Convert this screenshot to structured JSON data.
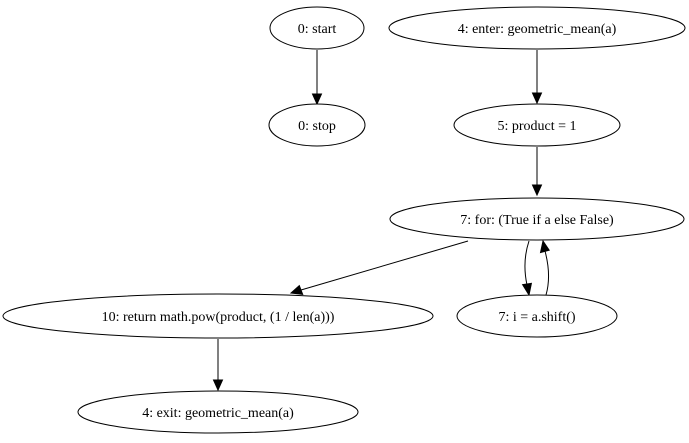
{
  "diagram": {
    "nodes": [
      {
        "id": "start",
        "label": "0: start"
      },
      {
        "id": "stop",
        "label": "0: stop"
      },
      {
        "id": "enter",
        "label": "4: enter: geometric_mean(a)"
      },
      {
        "id": "product",
        "label": "5: product = 1"
      },
      {
        "id": "for",
        "label": "7: for: (True if a else False)"
      },
      {
        "id": "shift",
        "label": "7: i = a.shift()"
      },
      {
        "id": "return",
        "label": "10: return math.pow(product, (1 / len(a)))"
      },
      {
        "id": "exit",
        "label": "4: exit: geometric_mean(a)"
      }
    ],
    "edges": [
      {
        "from": "start",
        "to": "stop"
      },
      {
        "from": "enter",
        "to": "product"
      },
      {
        "from": "product",
        "to": "for"
      },
      {
        "from": "for",
        "to": "return"
      },
      {
        "from": "for",
        "to": "shift"
      },
      {
        "from": "shift",
        "to": "for"
      },
      {
        "from": "return",
        "to": "exit"
      }
    ]
  }
}
